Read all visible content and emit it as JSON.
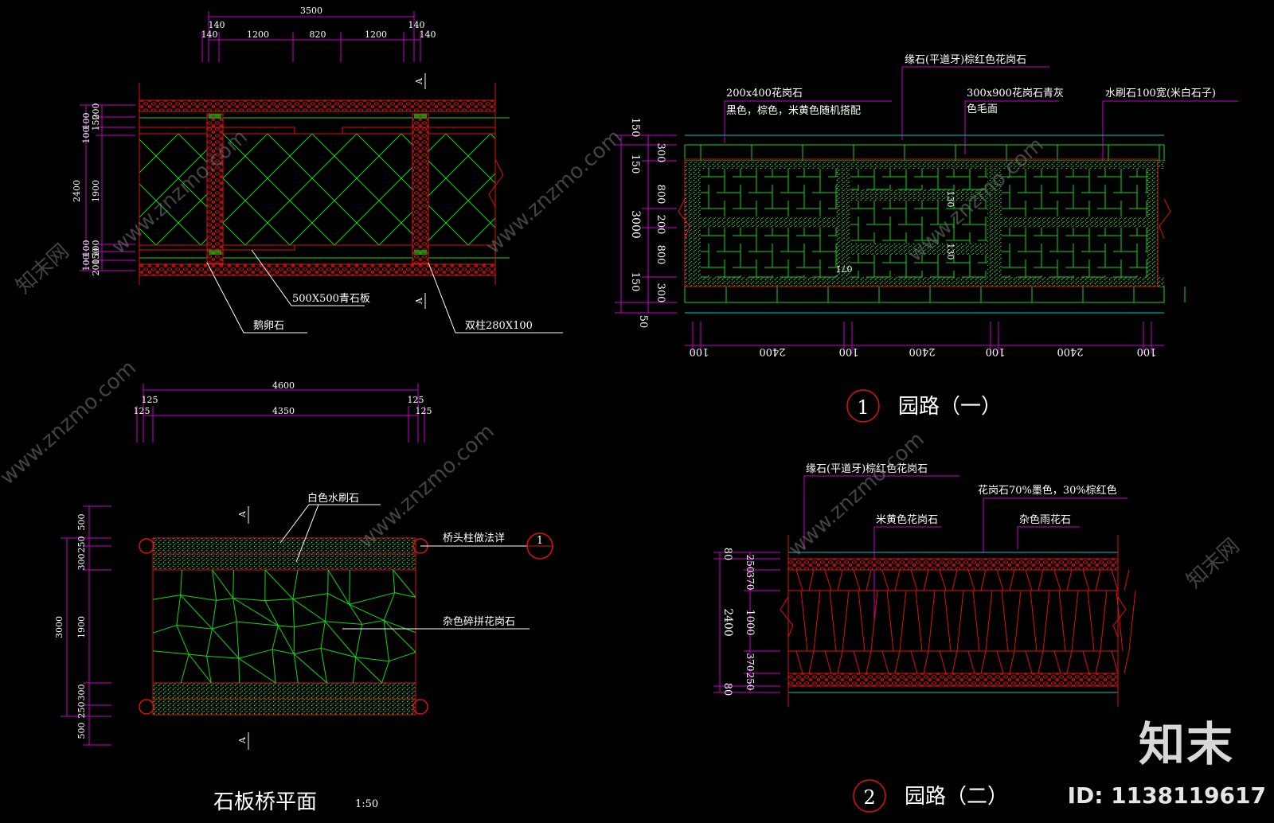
{
  "colors": {
    "background": "#000000",
    "dimension": "#cc00cc",
    "red": "#e01010",
    "green": "#12d812",
    "cyan": "#00c8c8",
    "text": "#ffffff"
  },
  "bridge_plan": {
    "dims_top": {
      "total": "3500",
      "a": "140",
      "b": "1200",
      "c": "820",
      "d": "1200",
      "e": "140",
      "f": "140",
      "g": "140"
    },
    "dims_left": {
      "total": "2400",
      "mid": "1900",
      "t1": "200",
      "t2": "100",
      "t3": "150",
      "t4": "100",
      "b1": "100",
      "b2": "150",
      "b3": "100",
      "b4": "200",
      "s1": "100"
    },
    "section_mark": "A",
    "labels": {
      "slab": "500X500青石板",
      "pebble": "鹅卵石",
      "column": "双柱280X100"
    }
  },
  "garden_path_1": {
    "leaders": {
      "curb": "缘石(平道牙)棕红色花岗石",
      "granite_l1": "200x400花岗石",
      "granite_l2": "黑色，棕色，米黄色随机搭配",
      "grey_l1": "300x900花岗石青灰",
      "grey_l2": "色毛面",
      "wash": "水刷石100宽(米白石子)"
    },
    "dims_left": {
      "total": "3000",
      "a": "150",
      "b": "150",
      "c": "150",
      "d": "50"
    },
    "dims_right": {
      "a": "300",
      "b": "800",
      "c": "200",
      "d": "800",
      "e": "300"
    },
    "dims_bottom": {
      "a": "100",
      "b": "2400",
      "c": "100",
      "d": "2400",
      "e": "100",
      "f": "2400",
      "g": "100"
    },
    "inner": {
      "a": "130",
      "b": "130",
      "c": "071"
    },
    "title_num": "1",
    "title": "园路（一）"
  },
  "slab_bridge": {
    "dims_top": {
      "total": "4600",
      "inner": "4350",
      "a": "125",
      "b": "125",
      "c": "125",
      "d": "125"
    },
    "dims_left": {
      "total": "3000",
      "mid": "1900",
      "a": "500",
      "b": "250",
      "c": "300",
      "d": "300",
      "e": "250",
      "f": "500"
    },
    "labels": {
      "wash": "白色水刷石",
      "pier": "桥头柱做法详",
      "crazy": "杂色碎拼花岗石"
    },
    "detail_num": "1",
    "section_mark": "A",
    "title": "石板桥平面",
    "scale": "1:50"
  },
  "garden_path_2": {
    "leaders": {
      "curb": "缘石(平道牙)棕红色花岗石",
      "granite": "花岗石70%墨色，30%棕红色",
      "yellow": "米黄色花岗石",
      "rain": "杂色雨花石"
    },
    "dims_left": {
      "total": "2400",
      "a": "80",
      "b": "80"
    },
    "dims_right": {
      "a": "250",
      "b": "370",
      "c": "1000",
      "d": "370",
      "e": "250"
    },
    "title_num": "2",
    "title": "园路（二）"
  },
  "watermark": {
    "site": "www.znzmo.com",
    "cn": "知末网"
  },
  "brand": {
    "logo": "知末",
    "id": "ID: 1138119617"
  }
}
